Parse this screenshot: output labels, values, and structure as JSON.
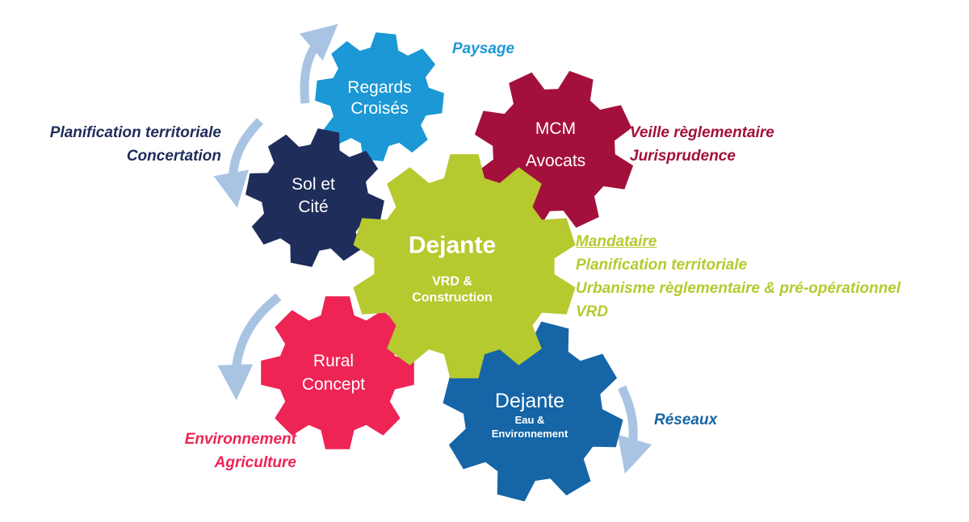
{
  "colors": {
    "regards": "#1b98d5",
    "mcm": "#a3103c",
    "sol": "#1f2d5a",
    "vrd": "#b6c92f",
    "rural": "#ee2455",
    "eau": "#1565a7",
    "arrow": "#a9c3e3"
  },
  "gears": {
    "regards": {
      "line1": "Regards",
      "line2": "Croisés"
    },
    "mcm": {
      "line1": "MCM",
      "line2": "Avocats"
    },
    "sol": {
      "line1": "Sol et",
      "line2": "Cité"
    },
    "vrd": {
      "title": "Dejante",
      "line1": "VRD &",
      "line2": "Construction"
    },
    "rural": {
      "line1": "Rural",
      "line2": "Concept"
    },
    "eau": {
      "title": "Dejante",
      "line1": "Eau &",
      "line2": "Environnement"
    }
  },
  "labels": {
    "regards": [
      "Paysage"
    ],
    "sol": [
      "Planification territoriale",
      "Concertation"
    ],
    "mcm": [
      "Veille règlementaire",
      "Jurisprudence"
    ],
    "vrd": [
      "Mandataire",
      "Planification territoriale",
      "Urbanisme règlementaire & pré-opérationnel",
      "VRD"
    ],
    "rural": [
      "Environnement",
      "Agriculture"
    ],
    "eau": [
      "Réseaux"
    ]
  }
}
